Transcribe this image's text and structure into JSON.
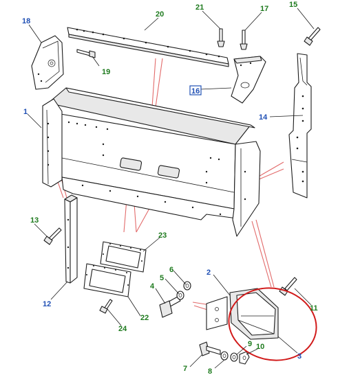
{
  "colors": {
    "callout_green": "#1d7a1d",
    "callout_blue": "#1f4fb4",
    "reference_line": "#e26a6a",
    "highlight_ellipse": "#d11a1a"
  },
  "callouts": [
    {
      "id": "c1",
      "label": "1",
      "color": "#1f4fb4"
    },
    {
      "id": "c2",
      "label": "2",
      "color": "#1f4fb4"
    },
    {
      "id": "c3",
      "label": "3",
      "color": "#1f4fb4"
    },
    {
      "id": "c4",
      "label": "4",
      "color": "#1d7a1d"
    },
    {
      "id": "c5",
      "label": "5",
      "color": "#1d7a1d"
    },
    {
      "id": "c6",
      "label": "6",
      "color": "#1d7a1d"
    },
    {
      "id": "c7",
      "label": "7",
      "color": "#1d7a1d"
    },
    {
      "id": "c8",
      "label": "8",
      "color": "#1d7a1d"
    },
    {
      "id": "c9",
      "label": "9",
      "color": "#1d7a1d"
    },
    {
      "id": "c10",
      "label": "10",
      "color": "#1d7a1d"
    },
    {
      "id": "c11",
      "label": "11",
      "color": "#1d7a1d"
    },
    {
      "id": "c12",
      "label": "12",
      "color": "#1f4fb4"
    },
    {
      "id": "c13",
      "label": "13",
      "color": "#1d7a1d"
    },
    {
      "id": "c14",
      "label": "14",
      "color": "#1f4fb4"
    },
    {
      "id": "c15",
      "label": "15",
      "color": "#1d7a1d"
    },
    {
      "id": "c16",
      "label": "16",
      "color": "#1f4fb4",
      "boxed": true
    },
    {
      "id": "c17",
      "label": "17",
      "color": "#1d7a1d"
    },
    {
      "id": "c18",
      "label": "18",
      "color": "#1f4fb4"
    },
    {
      "id": "c19",
      "label": "19",
      "color": "#1d7a1d"
    },
    {
      "id": "c20",
      "label": "20",
      "color": "#1d7a1d"
    },
    {
      "id": "c21",
      "label": "21",
      "color": "#1d7a1d"
    },
    {
      "id": "c22",
      "label": "22",
      "color": "#1d7a1d"
    },
    {
      "id": "c23",
      "label": "23",
      "color": "#1d7a1d"
    },
    {
      "id": "c24",
      "label": "24",
      "color": "#1d7a1d"
    }
  ]
}
